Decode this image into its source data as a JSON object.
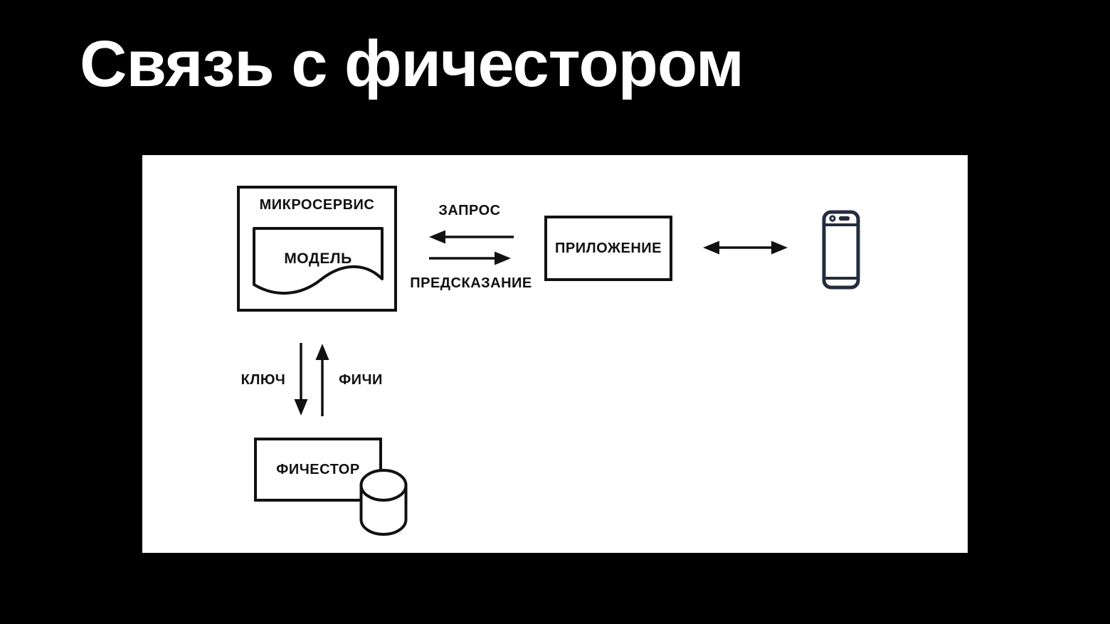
{
  "slide": {
    "title": "Связь с фичестором"
  },
  "colors": {
    "background": "#000000",
    "canvas": "#ffffff",
    "line": "#111111",
    "phone": "#232d3d",
    "title_text": "#ffffff"
  },
  "diagram": {
    "microservice": {
      "label": "МИКРОСЕРВИС"
    },
    "model": {
      "label": "МОДЕЛЬ",
      "shape": "document"
    },
    "application": {
      "label": "ПРИЛОЖЕНИЕ"
    },
    "featurestore": {
      "label": "ФИЧЕСТОР"
    },
    "arrows": {
      "request": {
        "label": "ЗАПРОС",
        "direction": "left",
        "from": "application",
        "to": "microservice"
      },
      "prediction": {
        "label": "ПРЕДСКАЗАНИЕ",
        "direction": "right",
        "from": "microservice",
        "to": "application"
      },
      "key": {
        "label": "КЛЮЧ",
        "direction": "down",
        "from": "microservice",
        "to": "featurestore"
      },
      "features": {
        "label": "ФИЧИ",
        "direction": "up",
        "from": "featurestore",
        "to": "microservice"
      },
      "app_phone": {
        "label": "",
        "direction": "both",
        "from": "application",
        "to": "phone"
      }
    },
    "icons": {
      "phone": "smartphone-icon",
      "database": "database-cylinder-icon"
    }
  }
}
